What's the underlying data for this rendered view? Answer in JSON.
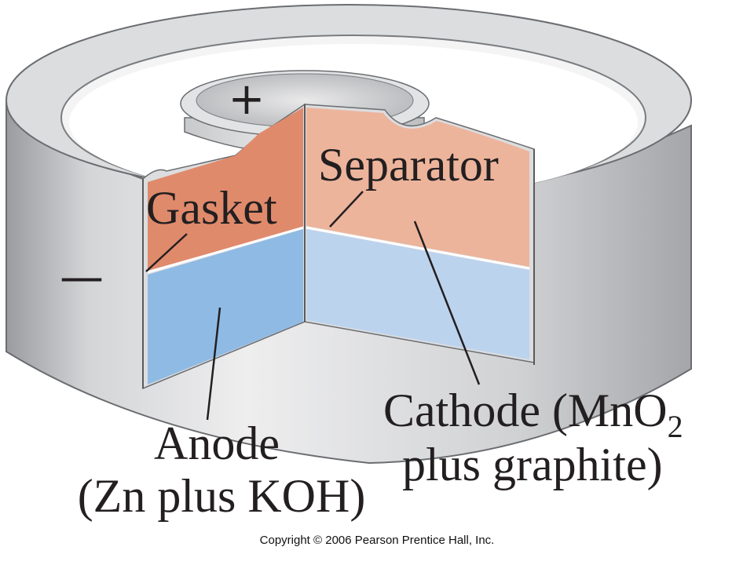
{
  "labels": {
    "gasket": "Gasket",
    "separator": "Separator",
    "anode_line1": "Anode",
    "anode_line2": "(Zn plus KOH)",
    "cathode_line1": "Cathode (MnO",
    "cathode_subscript": "2",
    "cathode_line2": "plus graphite)",
    "positive_terminal": "+",
    "negative_terminal": "—"
  },
  "copyright": "Copyright © 2006 Pearson Prentice Hall, Inc.",
  "colors": {
    "casing_light": "#e6e6e7",
    "casing_mid": "#c3c4c6",
    "casing_dark": "#96989b",
    "cathode_front": "#edb49c",
    "cathode_side": "#e08a6c",
    "anode_front": "#bcd3ee",
    "anode_side": "#8fbae4"
  },
  "icons": [
    "plus-sign",
    "minus-sign"
  ]
}
